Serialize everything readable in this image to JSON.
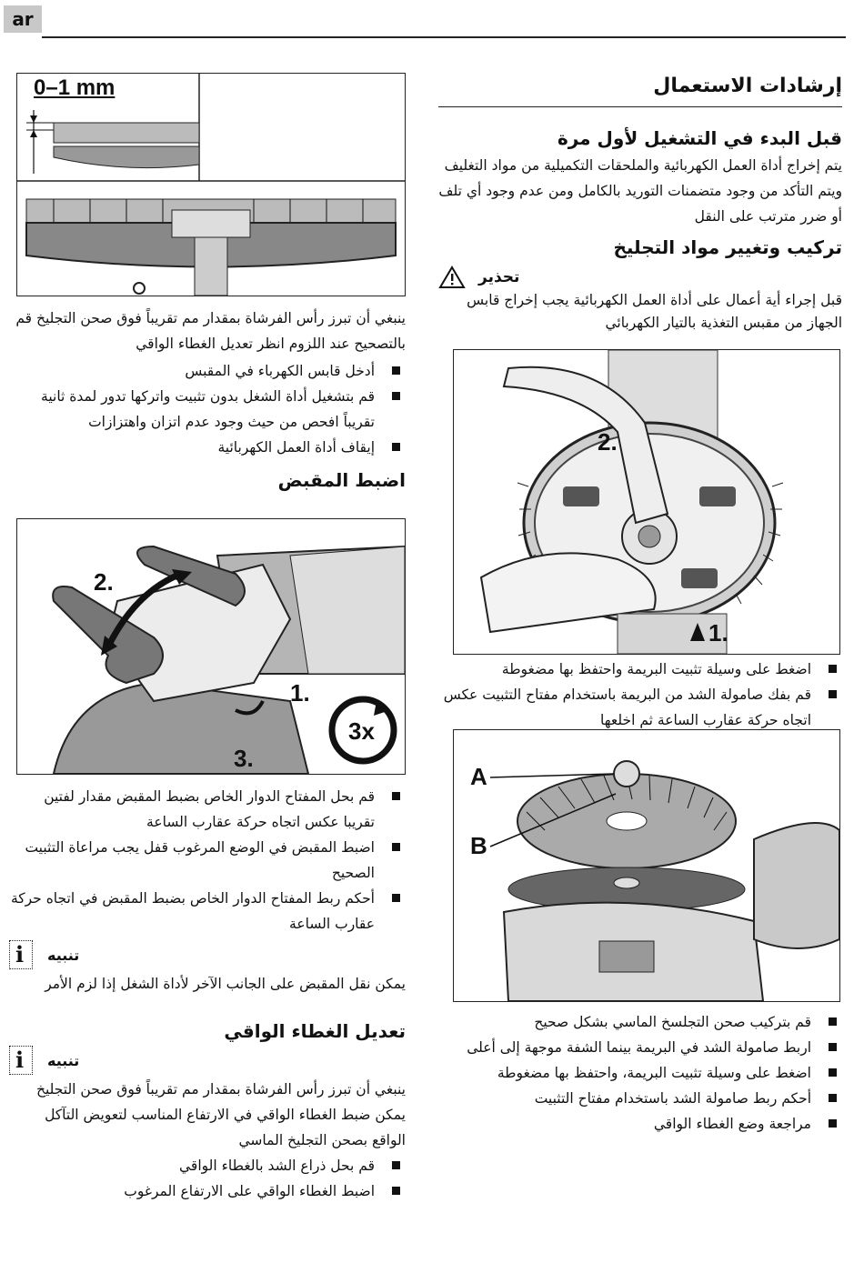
{
  "header": {
    "lang_tag": "ar"
  },
  "right": {
    "section_title": "إرشادات الاستعمال",
    "before_first_use": {
      "title": "قبل البدء في التشغيل لأول مرة",
      "text": "يتم إخراج أداة العمل الكهربائية والملحقات التكميلية من مواد التغليف ويتم التأكد من وجود متضمنات التوريد بالكامل ومن عدم وجود أي تلف أو ضرر مترتب على النقل"
    },
    "mounting": {
      "title": "تركيب وتغيير مواد التجليخ",
      "warning_label": "تحذير",
      "warning_text": "قبل إجراء أية أعمال على أداة العمل الكهربائية يجب إخراج قابس الجهاز من مقبس التغذية بالتيار الكهربائي",
      "fig1_labels": {
        "step1": "1.",
        "step2": "2."
      },
      "steps_a": [
        "اضغط على وسيلة تثبيت البريمة واحتفظ بها مضغوطة",
        "قم بفك صامولة الشد من البريمة باستخدام مفتاح التثبيت عكس اتجاه حركة عقارب الساعة ثم اخلعها"
      ],
      "fig2_labels": {
        "a": "A",
        "b": "B"
      },
      "steps_b": [
        "قم بتركيب صحن التجلسخ الماسي بشكل صحيح",
        "اربط صامولة الشد في البريمة بينما الشفة موجهة إلى أعلى",
        "اضغط على وسيلة تثبيت البريمة، واحتفظ بها مضغوطة",
        "أحكم ربط صامولة الشد باستخدام مفتاح التثبيت",
        "مراجعة وضع الغطاء الواقي"
      ]
    }
  },
  "left": {
    "fig_top_label": "0–1 mm",
    "brush_text": "ينبغي أن تبرز رأس الفرشاة بمقدار مم تقريباً فوق صحن التجليخ قم بالتصحيح عند اللزوم انظر تعديل الغطاء الواقي",
    "steps_a": [
      "أدخل قابس الكهرباء في المقبس",
      "قم بتشغيل أداة الشغل بدون تثبيت واتركها تدور لمدة ثانية تقريباً افحص من حيث وجود عدم اتزان واهتزازات",
      "إيقاف أداة العمل الكهربائية"
    ],
    "handle": {
      "title": "اضبط المقبض",
      "fig_labels": {
        "step1": "1.",
        "step2": "2.",
        "step3": "3.",
        "times": "3x"
      },
      "steps": [
        "قم بحل المفتاح الدوار الخاص بضبط المقبض مقدار لفتين تقريبا عكس اتجاه حركة عقارب الساعة",
        "اضبط المقبض في الوضع المرغوب قفل يجب مراعاة التثبيت الصحيح",
        "أحكم ربط المفتاح الدوار الخاص بضبط المقبض في اتجاه حركة عقارب الساعة"
      ],
      "note_label": "تنبيه",
      "note_text": "يمكن نقل المقبض على الجانب الآخر لأداة الشغل إذا لزم الأمر"
    },
    "guard": {
      "title": "تعديل الغطاء الواقي",
      "note_label": "تنبيه",
      "note_text": "ينبغي أن تبرز رأس الفرشاة بمقدار مم تقريباً فوق صحن التجليخ يمكن ضبط الغطاء الواقي في الارتفاع المناسب لتعويض التآكل الواقع بصحن التجليخ الماسي",
      "steps": [
        "قم بحل ذراع الشد بالغطاء الواقي",
        "اضبط الغطاء الواقي على الارتفاع المرغوب"
      ]
    }
  }
}
